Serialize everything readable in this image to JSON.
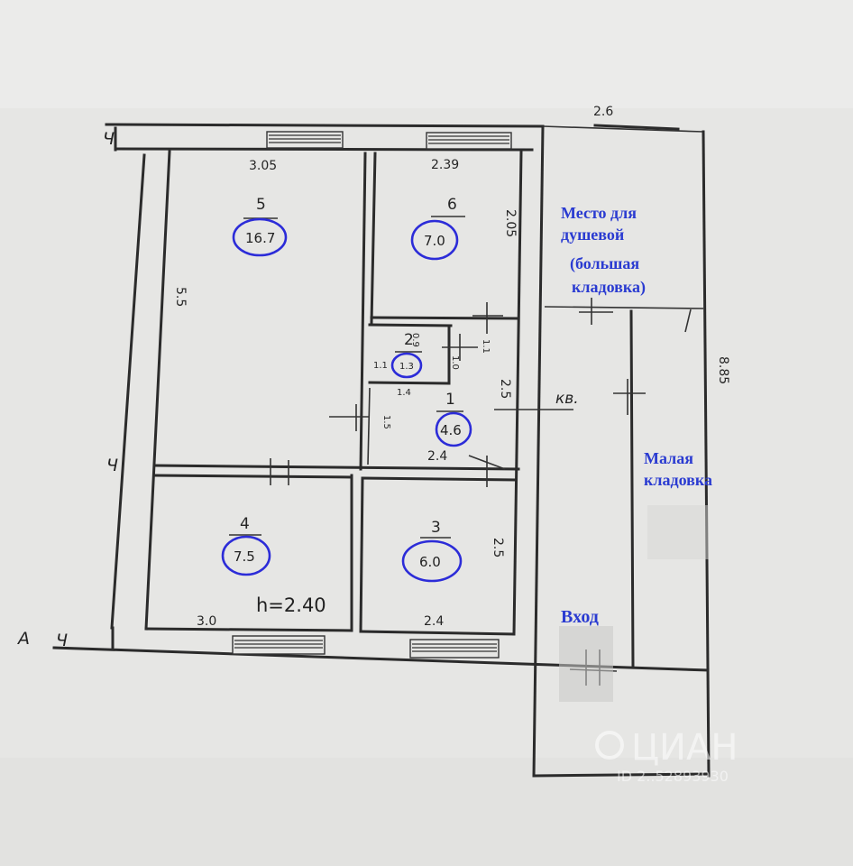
{
  "labels": {
    "shower_line1": "Место для",
    "shower_line2": "душевой",
    "storage_big_line1": "(большая",
    "storage_big_line2": "кладовка)",
    "storage_small_line1": "Малая",
    "storage_small_line2": "кладовка",
    "entrance": "Вход",
    "apartment_mark": "кв."
  },
  "rooms": [
    {
      "number": "5",
      "area": "16.7"
    },
    {
      "number": "6",
      "area": "7.0"
    },
    {
      "number": "2",
      "area": "1.3"
    },
    {
      "number": "1",
      "area": "4.6"
    },
    {
      "number": "4",
      "area": "7.5"
    },
    {
      "number": "3",
      "area": "6.0"
    }
  ],
  "dimensions": {
    "top_right_ext": "2.6",
    "room5_width": "3.05",
    "room6_width": "2.39",
    "room6_height": "2.05",
    "room5_height": "5.5",
    "right_height": "8.85",
    "bath_top": "0.9",
    "bath_left": "1.1",
    "bath_right": "1.0",
    "bath_bottom": "1.4",
    "hall_side": "1.1",
    "hall_height": "2.5",
    "hall_bottom": "2.4",
    "door_width": "1.5",
    "room4_width": "3.0",
    "room3_width": "2.4",
    "room3_height": "2.5",
    "ceiling_height": "h=2.40"
  },
  "axes": {
    "left_top": "Ч",
    "left_mid": "Ч",
    "bottom_left": "Ч",
    "bottom_label": "А"
  },
  "watermark": {
    "brand": "ЦИАН",
    "id": "ID 2..52893930"
  },
  "colors": {
    "annotation_blue": "#2a3bd1",
    "circle_blue": "#2c2cd8",
    "paper": "#e6e6e4",
    "ink": "#2b2b2b"
  }
}
